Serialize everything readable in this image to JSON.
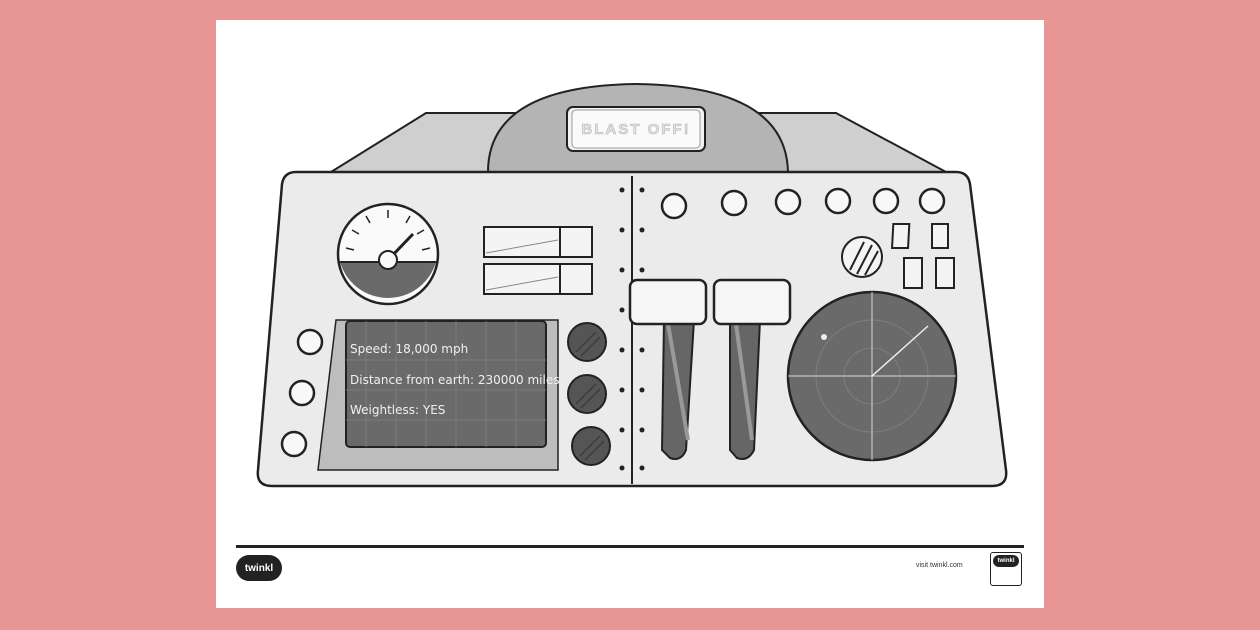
{
  "panel": {
    "blast_off_label": "BLAST OFF!"
  },
  "screen": {
    "speed": "Speed: 18,000 mph",
    "distance": "Distance from earth: 230000 miles",
    "weightless": "Weightless: YES"
  },
  "footer": {
    "logo_text": "twinkl",
    "url": "visit twinkl.com",
    "badge_text": "twinkl"
  },
  "colors": {
    "background": "#e89596",
    "sheet": "#ffffff",
    "panel_face": "#ebebeb",
    "panel_top": "#cccccc",
    "dome": "#b5b5b5",
    "screen": "#6b6b6b",
    "outline": "#222222"
  },
  "icons": [
    "speed-gauge-icon",
    "radar-icon",
    "lever-icon",
    "dial-knob-icon"
  ]
}
